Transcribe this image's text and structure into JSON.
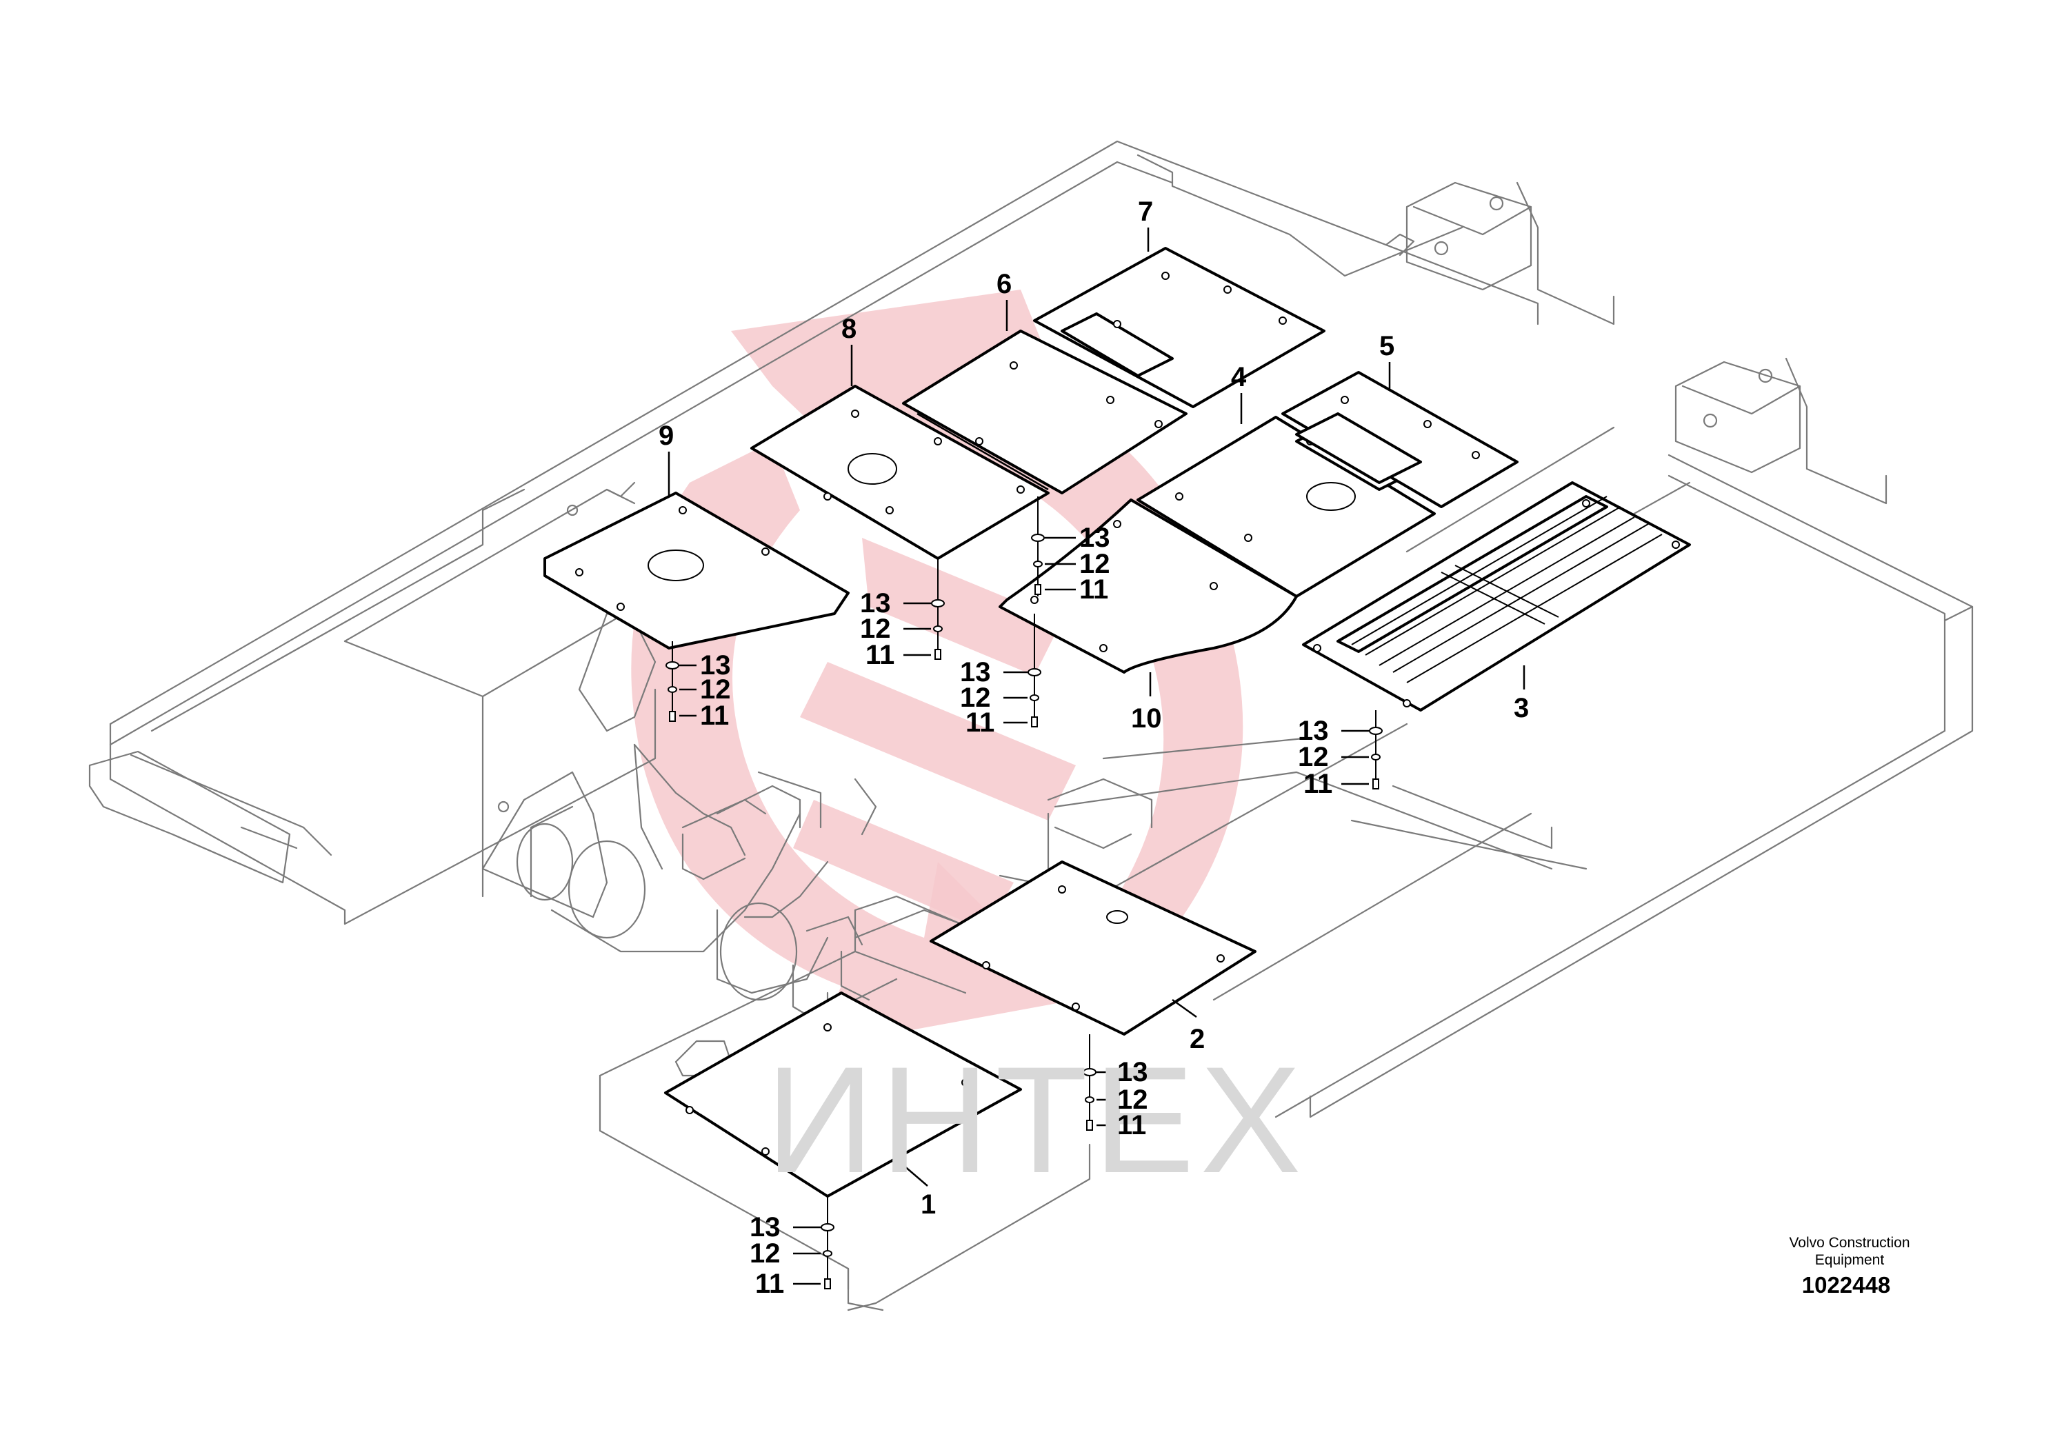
{
  "callouts": {
    "p1": "1",
    "p2": "2",
    "p3": "3",
    "p4": "4",
    "p5": "5",
    "p6": "6",
    "p7": "7",
    "p8": "8",
    "p9": "9",
    "p10": "10",
    "bolt": "11",
    "washer": "12",
    "spacer": "13"
  },
  "watermark": {
    "text": "ИНТЕХ"
  },
  "footer": {
    "caption_line1": "Volvo Construction",
    "caption_line2": "Equipment",
    "drawing_number": "1022448"
  },
  "colors": {
    "watermark_logo": "#f6c9cc",
    "watermark_text": "#d8d8d8",
    "frame": "#7a7a7a",
    "ink": "#000000"
  }
}
